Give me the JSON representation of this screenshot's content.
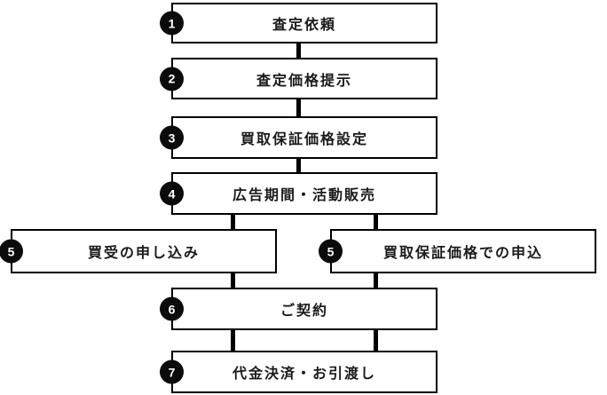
{
  "steps": [
    {
      "number": "1",
      "label": "査定依頼"
    },
    {
      "number": "2",
      "label": "査定価格提示"
    },
    {
      "number": "3",
      "label": "買取保証価格設定"
    },
    {
      "number": "4",
      "label": "広告期間・活動販売"
    },
    {
      "number": "5",
      "label": "買受の申し込み"
    },
    {
      "number": "5",
      "label": "買取保証価格での申込"
    },
    {
      "number": "6",
      "label": "ご契約"
    },
    {
      "number": "7",
      "label": "代金決済・お引渡し"
    }
  ],
  "colors": {
    "background": "#ffffff",
    "box_border": "#000000",
    "box_background": "#ffffff",
    "badge_background": "#0b0b0b",
    "badge_text": "#ffffff",
    "connector": "#000000",
    "label_text": "#1a1a1a"
  }
}
